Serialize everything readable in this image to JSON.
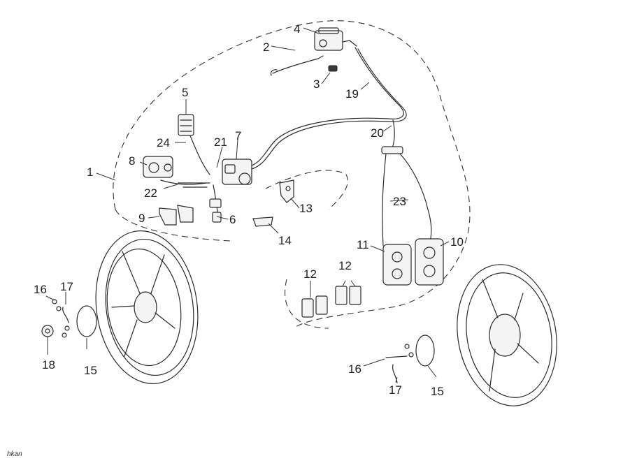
{
  "callouts": [
    "1",
    "2",
    "3",
    "4",
    "5",
    "6",
    "7",
    "8",
    "9",
    "10",
    "11",
    "12",
    "13",
    "14",
    "15",
    "16",
    "17",
    "18",
    "19",
    "20",
    "21",
    "22",
    "23",
    "24"
  ],
  "credit": "hkan"
}
